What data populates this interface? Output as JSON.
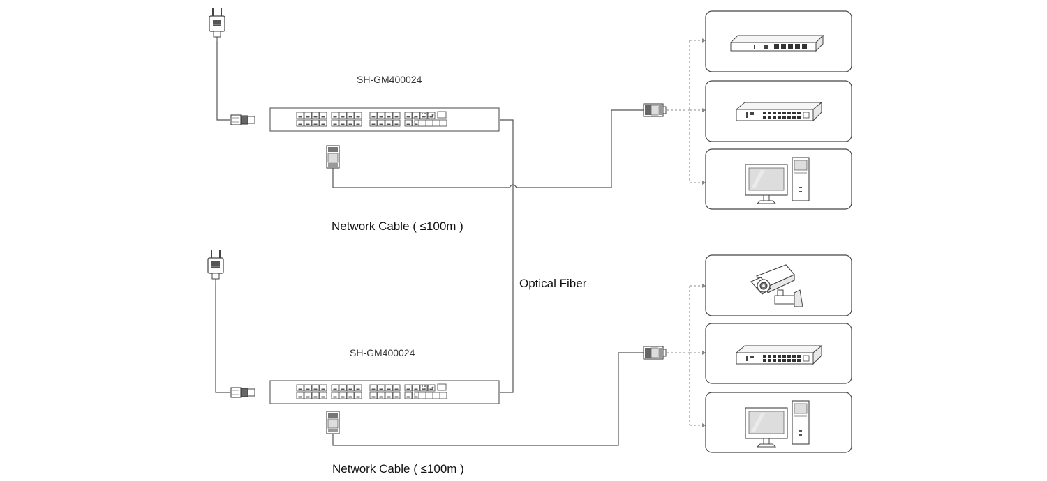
{
  "switches": [
    {
      "model": "SH-GM400024"
    },
    {
      "model": "SH-GM400024"
    }
  ],
  "labels": {
    "cable_top": "Network Cable ( ≤100m )",
    "cable_bottom": "Network Cable ( ≤100m )",
    "fiber": "Optical Fiber"
  },
  "devices_top": [
    "router-icon",
    "switch-icon",
    "computer-icon"
  ],
  "devices_bottom": [
    "camera-icon",
    "switch-icon",
    "computer-icon"
  ],
  "colors": {
    "line": "#555555",
    "outline": "#444444",
    "fill": "#f2f2f2"
  }
}
